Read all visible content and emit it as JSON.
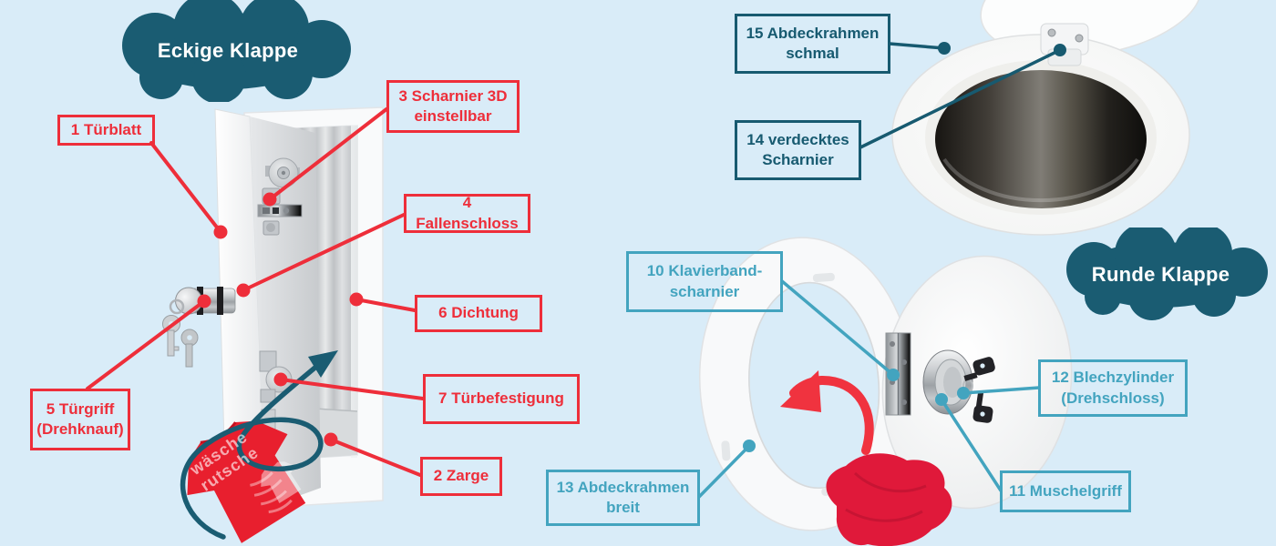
{
  "background_color": "#d9ecf8",
  "theme": {
    "red": "#ee2e3a",
    "dark_teal": "#175a70",
    "light_teal": "#43a4bf",
    "cloud_fill": "#1a5c72",
    "cloud_text_color": "#ffffff"
  },
  "clouds": {
    "left": {
      "label": "Eckige Klappe"
    },
    "right": {
      "label": "Runde Klappe"
    }
  },
  "labels": {
    "l1": {
      "text": "1 Türblatt"
    },
    "l2": {
      "text": "2 Zarge"
    },
    "l3": {
      "text": "3 Scharnier 3D\neinstellbar"
    },
    "l4": {
      "text": "4 Fallenschloss"
    },
    "l5": {
      "text": "5 Türgriff\n(Drehknauf)"
    },
    "l6": {
      "text": "6 Dichtung"
    },
    "l7": {
      "text": "7 Türbefestigung"
    },
    "l10": {
      "text": "10 Klavierband-\nscharnier"
    },
    "l11": {
      "text": "11 Muschelgriff"
    },
    "l12": {
      "text": "12 Blechzylinder\n(Drehschloss)"
    },
    "l13": {
      "text": "13 Abdeckrahmen\nbreit"
    },
    "l14": {
      "text": "14 verdecktes\nScharnier"
    },
    "l15": {
      "text": "15 Abdeckrahmen\nschmal"
    }
  },
  "shirt_print": "wäsche\nrutsche"
}
